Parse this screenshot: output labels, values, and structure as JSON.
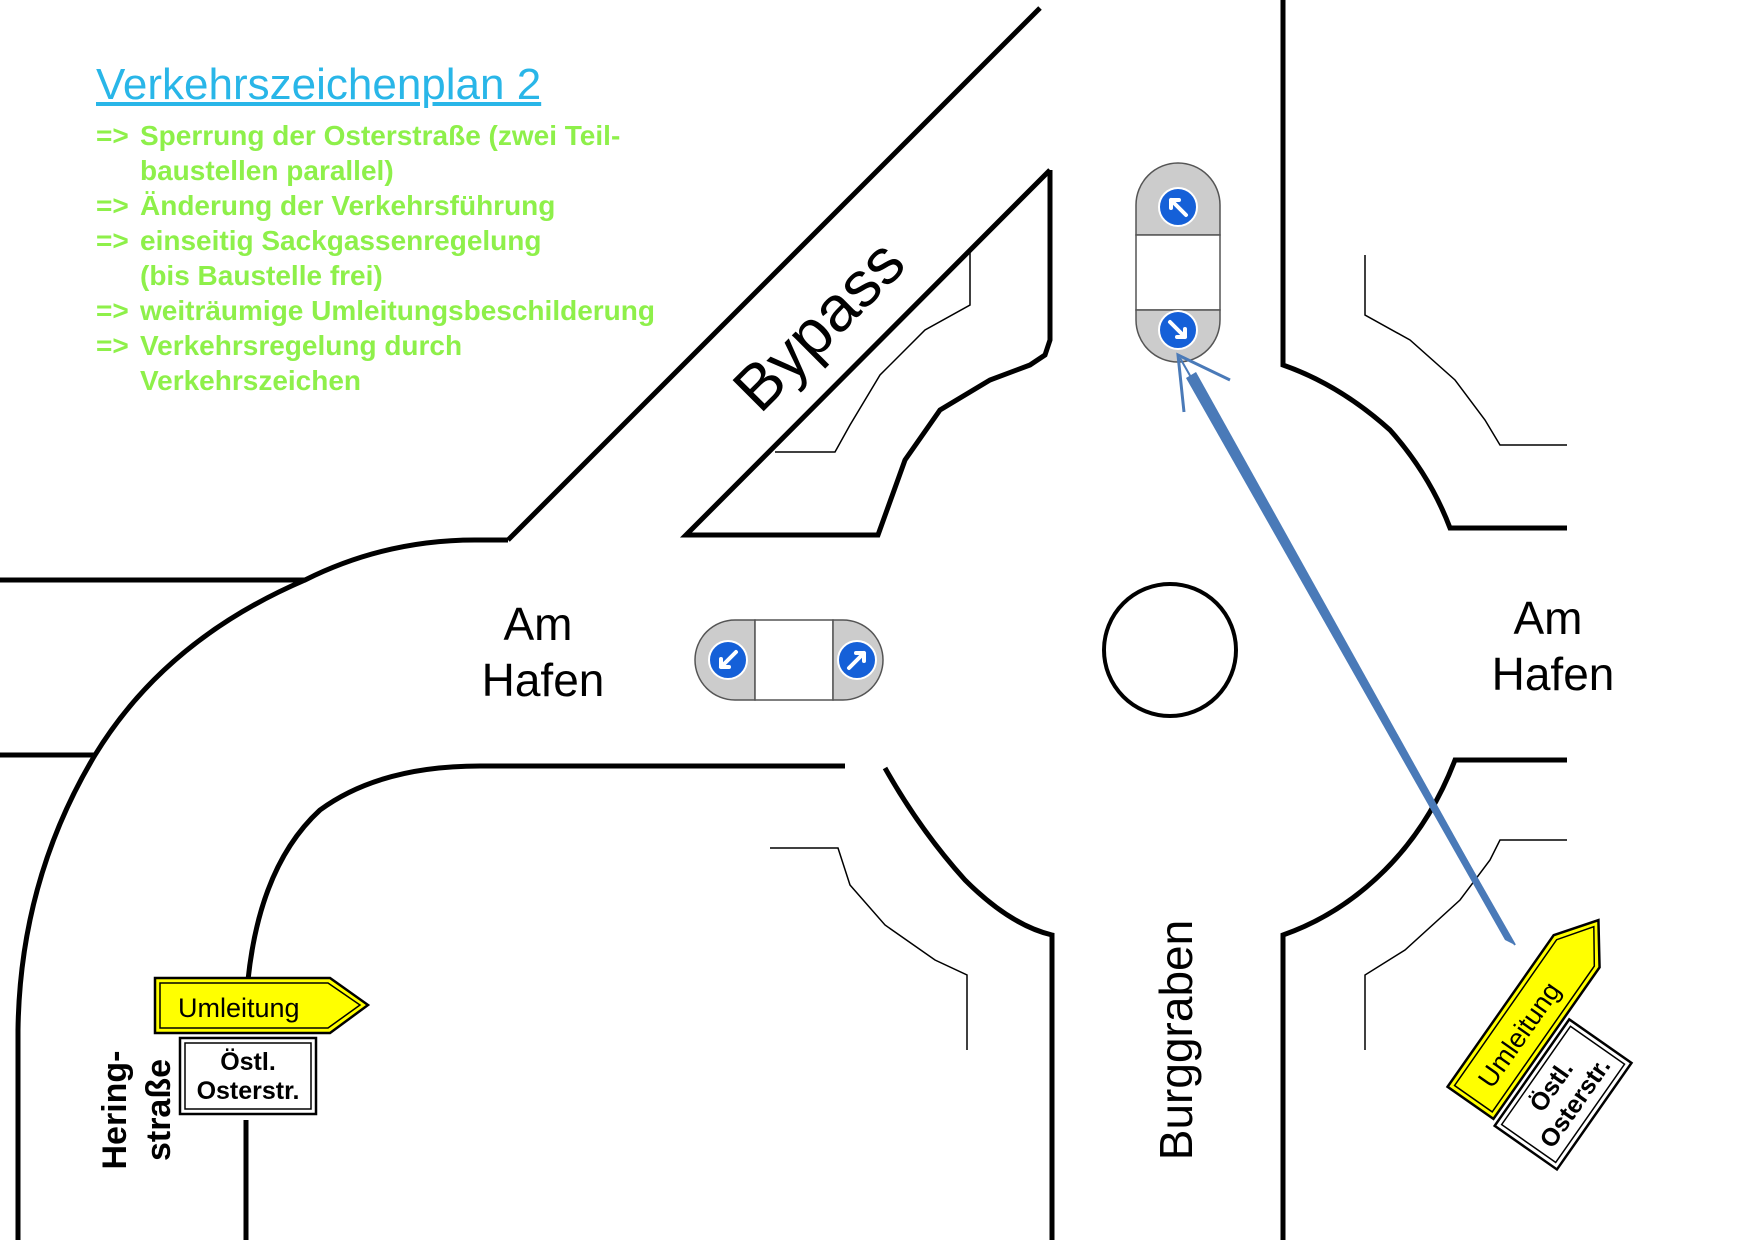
{
  "legend": {
    "title": "Verkehrszeichenplan 2",
    "items": [
      {
        "marker": "=>",
        "lines": [
          "Sperrung der Osterstraße (zwei Teil-",
          "baustellen parallel)"
        ]
      },
      {
        "marker": "=>",
        "lines": [
          "Änderung der Verkehrsführung"
        ]
      },
      {
        "marker": "=>",
        "lines": [
          "einseitig Sackgassenregelung",
          "(bis Baustelle frei)"
        ]
      },
      {
        "marker": "=>",
        "lines": [
          "weiträumige Umleitungsbeschilderung"
        ]
      },
      {
        "marker": "=>",
        "lines": [
          "Verkehrsregelung durch",
          "Verkehrszeichen"
        ]
      }
    ]
  },
  "streets": {
    "bypass": "Bypass",
    "am_hafen_west": [
      "Am",
      "Hafen"
    ],
    "am_hafen_east": [
      "Am",
      "Hafen"
    ],
    "burggraben": "Burggraben",
    "heringstrasse": [
      "Hering-",
      "straße"
    ]
  },
  "signs": {
    "detour_west": {
      "detour": "Umleitung",
      "target": [
        "Östl.",
        "Osterstr."
      ]
    },
    "detour_east": {
      "detour": "Umleitung",
      "target": [
        "Östl.",
        "Osterstr."
      ]
    }
  },
  "colors": {
    "legend_title": "#29b6e8",
    "legend_text": "#8ef04a",
    "detour_sign": "#ffff00",
    "traffic_sign_blue": "#1560d8",
    "route_arrow": "#4a7ab8",
    "island_grey": "#cccccc"
  },
  "icons": {
    "keep_right_sign": "blue-circle-arrow-icon",
    "detour_sign": "yellow-arrow-sign-icon",
    "route_arrow": "long-arrow-icon"
  }
}
